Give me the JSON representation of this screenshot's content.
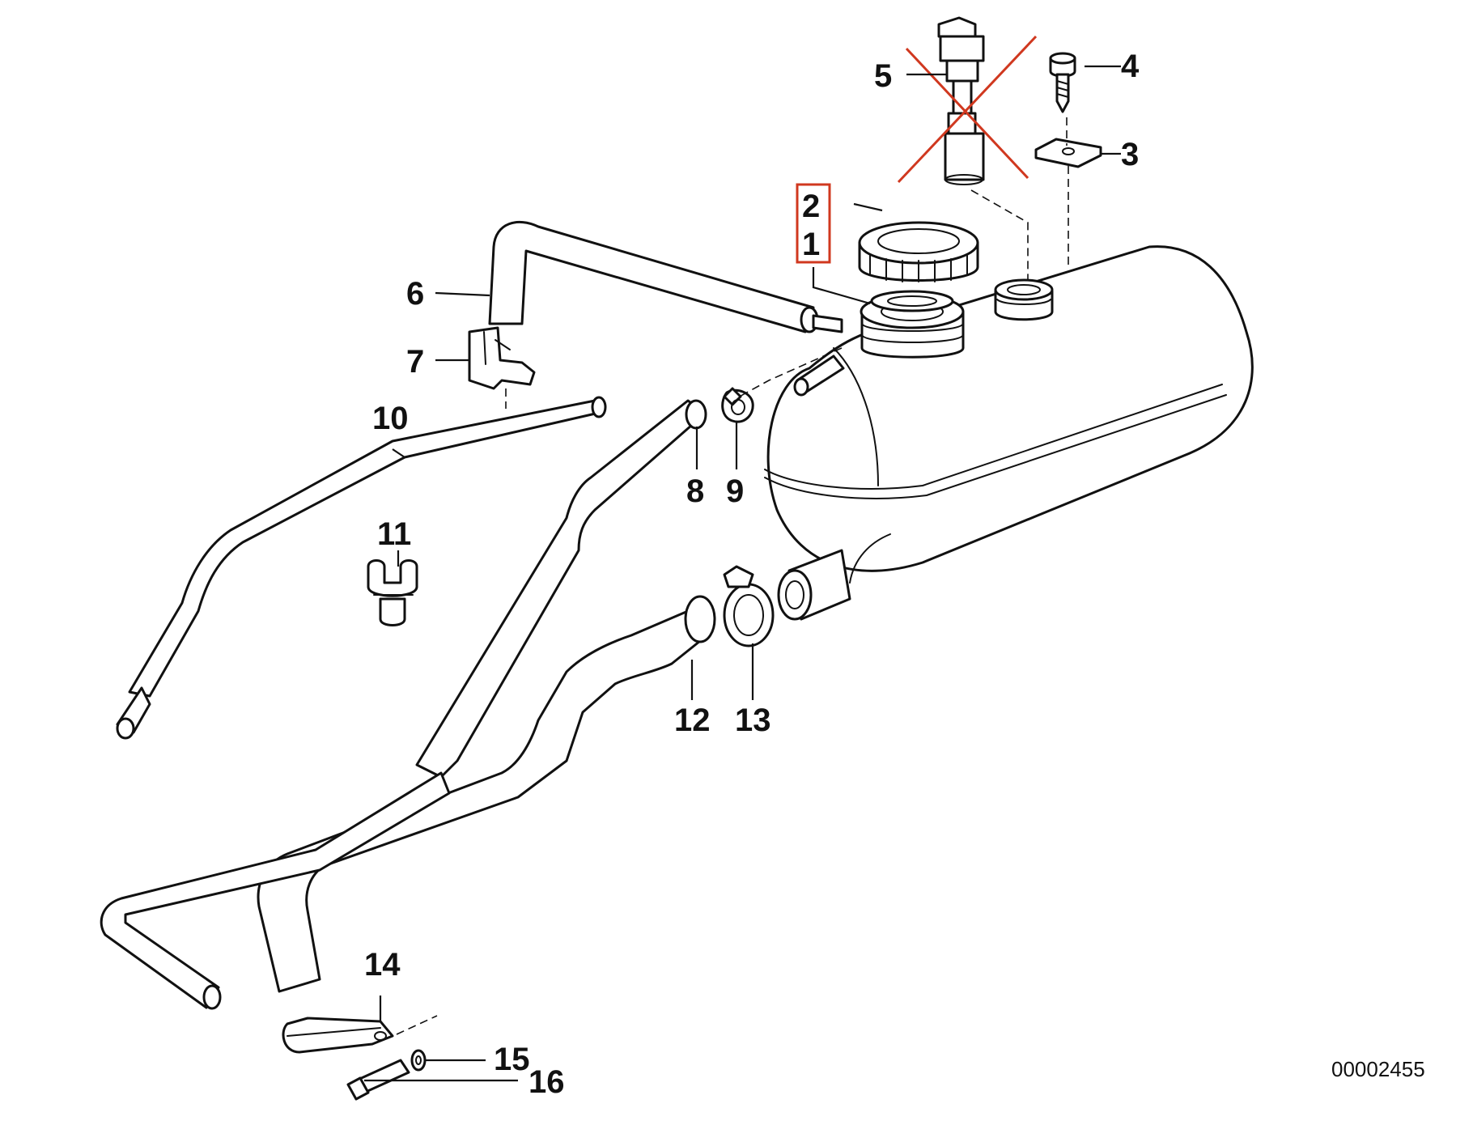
{
  "diagram": {
    "reference_number": "00002455",
    "callouts": [
      "1",
      "2",
      "3",
      "4",
      "5",
      "6",
      "7",
      "8",
      "9",
      "10",
      "11",
      "12",
      "13",
      "14",
      "15",
      "16"
    ],
    "highlight_color": "#d0381f",
    "line_color": "#111111",
    "background": "#ffffff"
  }
}
